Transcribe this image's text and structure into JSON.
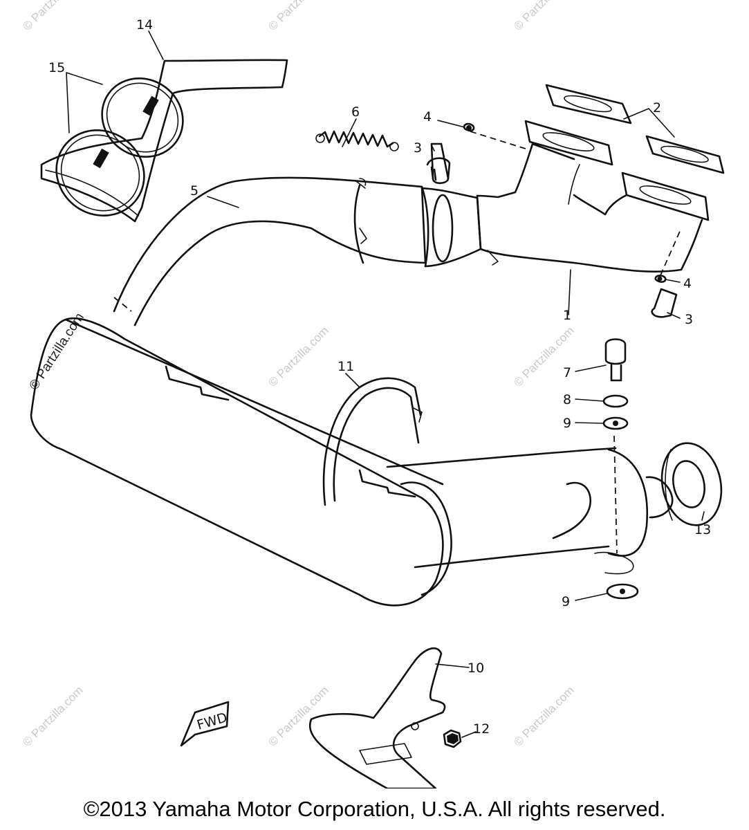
{
  "callouts": {
    "p1": "1",
    "p2": "2",
    "p3a": "3",
    "p3b": "3",
    "p4a": "4",
    "p4b": "4",
    "p5": "5",
    "p6": "6",
    "p7": "7",
    "p8": "8",
    "p9a": "9",
    "p9b": "9",
    "p10": "10",
    "p11": "11",
    "p12": "12",
    "p13": "13",
    "p14": "14",
    "p15": "15"
  },
  "fwd_label": "FWD",
  "watermark": "© Partzilla.com",
  "copyright": "©2013 Yamaha Motor Corporation, U.S.A. All rights reserved."
}
